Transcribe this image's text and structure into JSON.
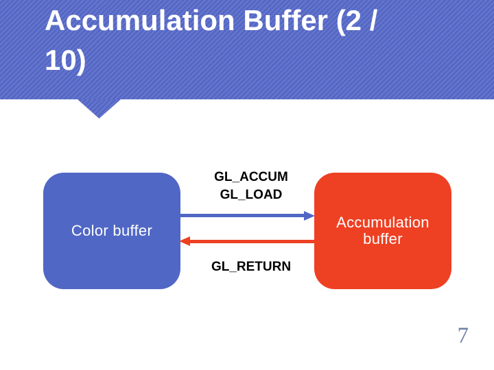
{
  "slide": {
    "title": "Accumulation Buffer (2 / 10)",
    "page_number": "7"
  },
  "diagram": {
    "color_buffer_label": "Color buffer",
    "accumulation_buffer_label": "Accumulation buffer",
    "top_arrow_labels": [
      "GL_ACCUM",
      "GL_LOAD"
    ],
    "bottom_arrow_label": "GL_RETURN"
  },
  "colors": {
    "header_blue": "#5465c2",
    "header_stripe": "#6376ce",
    "box_blue": "#5067c5",
    "box_red": "#ee4023",
    "label_black": "#000000",
    "page_number_color": "#6e7fa9"
  }
}
